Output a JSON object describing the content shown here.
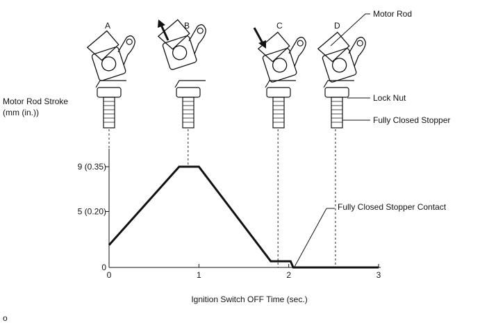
{
  "diagram": {
    "positions": [
      "A",
      "B",
      "C",
      "D"
    ],
    "labels": {
      "motor_rod": "Motor Rod",
      "lock_nut": "Lock Nut",
      "fully_closed_stopper": "Fully Closed Stopper",
      "stopper_contact": "Fully Closed Stopper Contact",
      "y_title_line1": "Motor Rod Stroke",
      "y_title_line2": "(mm (in.))",
      "x_title": "Ignition Switch OFF Time (sec.)",
      "corner_mark": "o"
    }
  },
  "chart_data": {
    "type": "line",
    "title": "",
    "xlabel": "Ignition Switch OFF Time (sec.)",
    "ylabel": "Motor Rod Stroke (mm (in.))",
    "x_ticks": [
      "0",
      "1",
      "2",
      "3"
    ],
    "y_ticks": [
      {
        "value": 0,
        "label": "0"
      },
      {
        "value": 5,
        "label": "5 (0.20)"
      },
      {
        "value": 9,
        "label": "9 (0.35)"
      }
    ],
    "xlim": [
      0,
      3
    ],
    "ylim": [
      0,
      9
    ],
    "series": [
      {
        "x": [
          0,
          0.78,
          1.0,
          1.8,
          2.02,
          2.05,
          3.0
        ],
        "y": [
          2.0,
          9.0,
          9.0,
          0.55,
          0.55,
          0,
          0
        ]
      }
    ],
    "markers_x": [
      0.88,
      1.88,
      2.52
    ]
  }
}
